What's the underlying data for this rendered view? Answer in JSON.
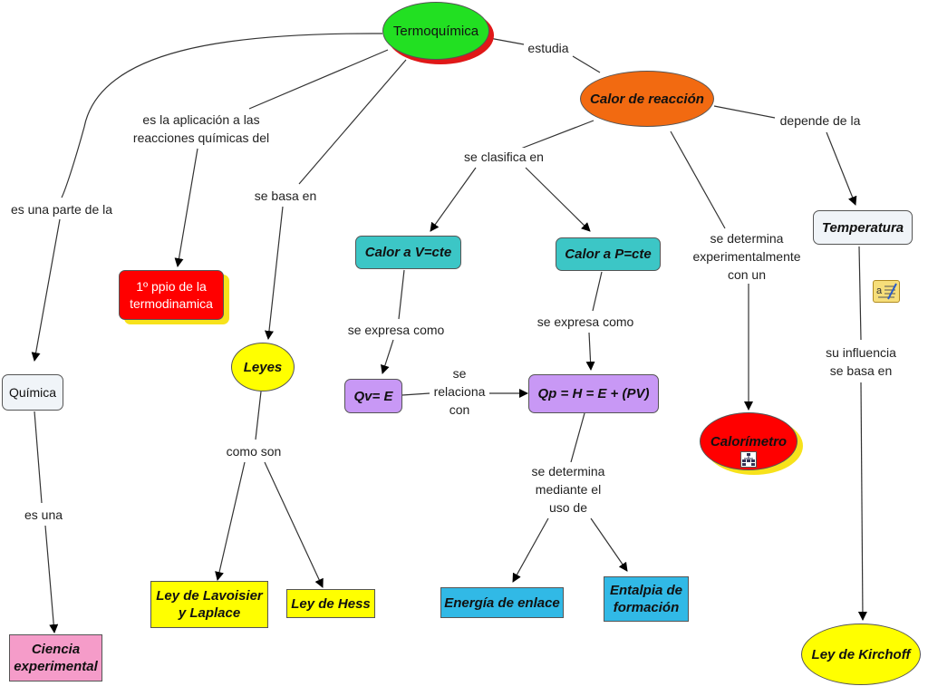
{
  "nodes": {
    "termoquimica": "Termoquímica",
    "calor_reaccion": "Calor de reacción",
    "quimica": "Química",
    "ciencia_experimental": "Ciencia experimental",
    "primer_ppio": "1º ppio de la termodinamica",
    "leyes": "Leyes",
    "ley_lavoisier": "Ley de Lavoisier y Laplace",
    "ley_hess": "Ley de Hess",
    "calor_v": "Calor a V=cte",
    "calor_p": "Calor a P=cte",
    "qv": "Qv= E",
    "qp": "Qp = H = E + (PV)",
    "energia_enlace": "Energía de enlace",
    "entalpia_formacion": "Entalpia de formación",
    "calorimetro": "Calorímetro",
    "temperatura": "Temperatura",
    "ley_kirchoff": "Ley de Kirchoff"
  },
  "links": {
    "estudia": "estudia",
    "es_una_parte_de_la": "es una parte de la",
    "es_la_aplicacion": "es la aplicación a las reacciones químicas del",
    "se_basa_en": "se basa en",
    "se_clasifica_en": "se clasifica en",
    "depende_de_la": "depende de la",
    "se_determina_experimentalmente": "se determina experimentalmente con un",
    "se_expresa_como_v": "se expresa como",
    "se_expresa_como_p": "se expresa como",
    "se_relaciona_con": "se relaciona con",
    "su_influencia": "su influencia se basa en",
    "es_una": "es una",
    "como_son": "como son",
    "se_determina_mediante": "se determina mediante el uso de"
  },
  "icons": {
    "temperatura_note": "notes-icon",
    "calorimetro_resource": "hierarchy-icon"
  },
  "colors": {
    "green": "#22e022",
    "orange": "#f26a11",
    "red": "#ff0000",
    "yellow": "#ffff00",
    "teal": "#3cc6c6",
    "purple": "#c898f5",
    "cyan": "#31b9e6",
    "pink": "#f59cc9",
    "pale": "#f0f4f8"
  }
}
